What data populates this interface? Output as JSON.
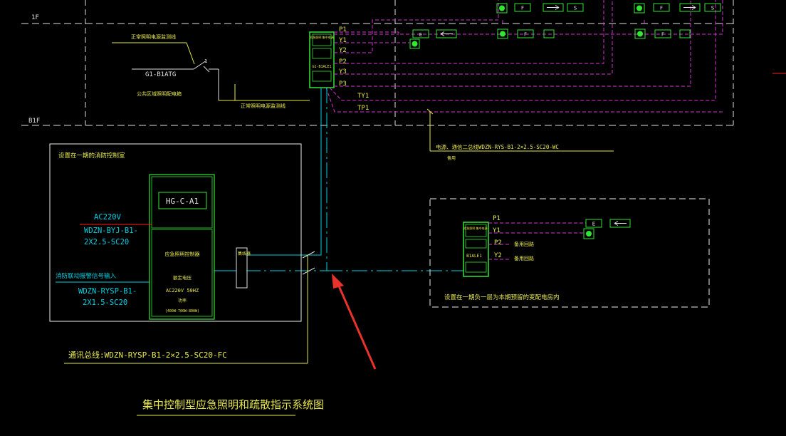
{
  "floors": {
    "upper": "1F",
    "lower": "B1F"
  },
  "top_left": {
    "normal_supply_label": "正常照明电源监测线",
    "switch_number": "1",
    "breaker_id": "G1-B1ATG",
    "public_area_label": "公共区域照明配电箱",
    "monitor_line_label": "正常照明电源监测线"
  },
  "panel_top": {
    "header": "应急照明\n集中电源",
    "id": "G1-B1ALE1",
    "lines": [
      "P1",
      "Y1",
      "Y2",
      "P2",
      "Y3",
      "P3",
      "TY1",
      "TP1"
    ]
  },
  "fixture_labels": {
    "exit": "E",
    "flow": "F",
    "safe": "S"
  },
  "comm_cable_top": "电源、通信二总线WDZN-RYS-B1-2×2.5-SC20-WC",
  "comm_cable_top_sub": "备用",
  "control_room": {
    "title": "设置在一期的消防控制室",
    "controller_id": "HG-C-A1",
    "controller_name": "应急照明控制器",
    "rated_voltage_label": "额定电压",
    "rated_voltage": "AC220V 50HZ",
    "power_label": "功率",
    "power_value": "(400W-700W-800W)",
    "repeater": "集线器",
    "power_supply": "AC220V",
    "power_cable_1": "WDZN-BYJ-B1-",
    "power_cable_2": "2X2.5-SC20",
    "linkage_input": "消防联动报警信号输入",
    "signal_cable_1": "WDZN-RYSP-B1-",
    "signal_cable_2": "2X1.5-SC20"
  },
  "bus_label": "通讯总线:WDZN-RYSP-B1-2×2.5-SC20-FC",
  "panel_right": {
    "header": "应急照明\n集中电源",
    "id": "B1ALE1",
    "lines": [
      "P1",
      "Y1",
      "P2",
      "Y2"
    ],
    "spare_1": "备用回路",
    "spare_2": "备用回路",
    "area_note": "设置在一期负一层为本期预留的变配电房内"
  },
  "drawing_title": "集中控制型应急照明和疏散指示系统图",
  "colors": {
    "background": "#000000",
    "floor_line": "#e0e0e0",
    "bus_cyan": "#00cfe0",
    "circuit_magenta": "#d633d6",
    "equipment_green": "#33e633",
    "label_yellow": "#e8e84a",
    "frame_white": "#eeeeee",
    "arrow_red": "#e8332c",
    "power_red": "#ff2020"
  }
}
